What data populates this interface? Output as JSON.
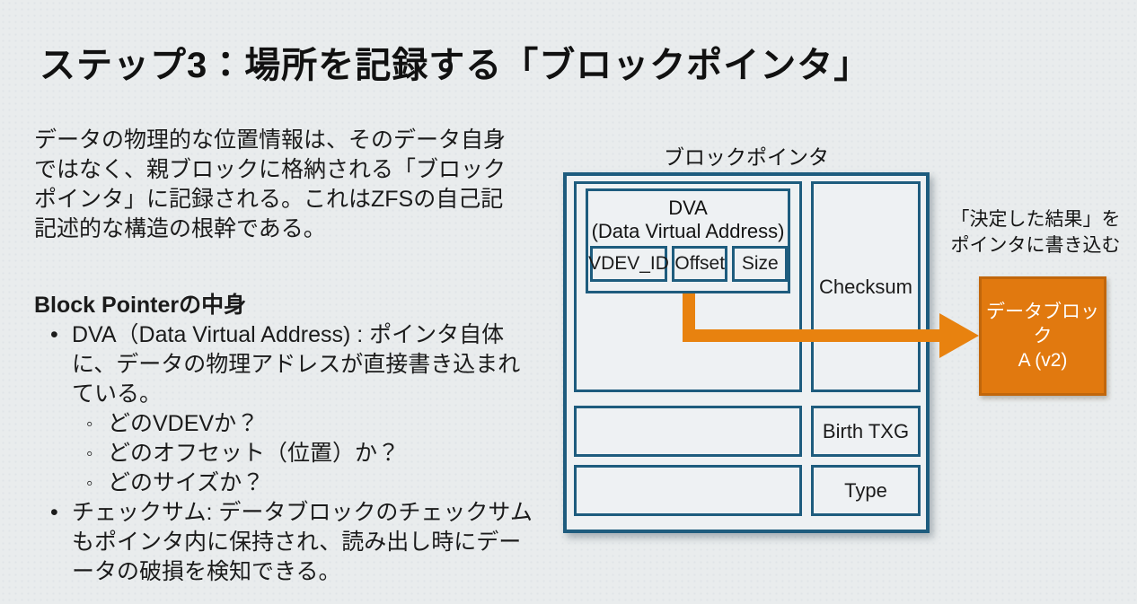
{
  "slide": {
    "title": "ステップ3：場所を記録する「ブロックポインタ」",
    "intro": "データの物理的な位置情報は、そのデータ自身\nではなく、親ブロックに格納される「ブロック\nポインタ」に記録される。これはZFSの自己記\n記述的な構造の根幹である。",
    "section_heading": "Block Pointerの中身",
    "bullets": [
      {
        "marker": "•",
        "text": "DVA（Data Virtual Address) : ポインタ自体\nに、データの物理アドレスが直接書き込まれ\nている。"
      },
      {
        "marker": "◦",
        "text": "どのVDEVか？"
      },
      {
        "marker": "◦",
        "text": "どのオフセット（位置）か？"
      },
      {
        "marker": "◦",
        "text": "どのサイズか？"
      },
      {
        "marker": "•",
        "text": "チェックサム: データブロックのチェックサム\nもポインタ内に保持され、読み出し時にデー\nータの破損を検知できる。"
      }
    ]
  },
  "diagram": {
    "title": "ブロックポインタ",
    "dva_label": "DVA\n(Data Virtual Address)",
    "cells": {
      "vdev_id": "VDEV_ID",
      "offset": "Offset",
      "size": "Size"
    },
    "checksum_label": "Checksum",
    "birth_txg_label": "Birth TXG",
    "type_label": "Type",
    "annotation": "「決定した結果」を\nポインタに書き込む",
    "data_block_label": "データブロック\nA (v2)",
    "colors": {
      "border_teal": "#1e5c7e",
      "box_fill": "#eef1f3",
      "arrow_orange": "#e8820f",
      "data_block_fill": "#e1790f",
      "data_block_border": "#c1660b",
      "background": "#e9eced",
      "text": "#1b1b1b"
    }
  }
}
